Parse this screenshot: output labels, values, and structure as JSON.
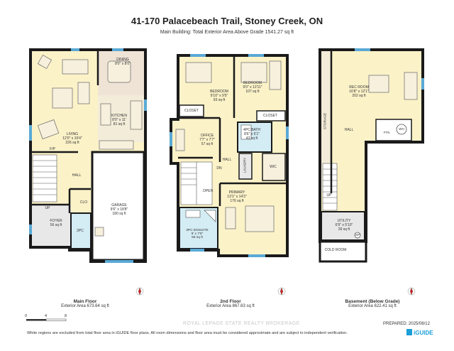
{
  "title": "41-170 Palacebeach Trail, Stoney Creek, ON",
  "subtitle": "Main Building: Total Exterior Area Above Grade 1541.27 sq ft",
  "floors": [
    {
      "name": "Main Floor",
      "area": "Exterior Area 673.64 sq ft"
    },
    {
      "name": "2nd Floor",
      "area": "Exterior Area 867.63 sq ft"
    },
    {
      "name": "Basement (Below Grade)",
      "area": "Exterior Area 622.41 sq ft"
    }
  ],
  "rooms": {
    "dining": {
      "name": "DINING",
      "dim": "8'0\" x 8'0\""
    },
    "kitchen": {
      "name": "KITCHEN",
      "dim": "8'0\" x 11'",
      "area": "81 sq ft"
    },
    "living": {
      "name": "LIVING",
      "dim": "12'0\" x 19'4\"",
      "area": "226 sq ft"
    },
    "fp": {
      "name": "F/P"
    },
    "hall_main": {
      "name": "HALL"
    },
    "up_main": {
      "name": "UP"
    },
    "clo": {
      "name": "CLO"
    },
    "foyer": {
      "name": "FOYER",
      "area": "56 sq ft"
    },
    "twopc": {
      "name": "2PC"
    },
    "garage": {
      "name": "GARAGE",
      "dim": "9'6\" x 18'8\"",
      "area": "180 sq ft"
    },
    "bed1": {
      "name": "BEDROOM",
      "dim": "9'10\" x 9'5\"",
      "area": "93 sq ft"
    },
    "bed2": {
      "name": "BEDROOM",
      "dim": "9'0\" x 12'11\"",
      "area": "107 sq ft"
    },
    "closet1": {
      "name": "CLOSET"
    },
    "closet2": {
      "name": "CLOSET"
    },
    "office": {
      "name": "OFFICE",
      "dim": "7'7\" x 7'7\"",
      "area": "57 sq ft"
    },
    "bath4": {
      "name": "4PC BATH",
      "dim": "8'6\" x 5'1\"",
      "area": "43 sq ft"
    },
    "hall_2": {
      "name": "HALL"
    },
    "dn": {
      "name": "DN"
    },
    "laundry": {
      "name": "LAUNDRY"
    },
    "wic": {
      "name": "WIC"
    },
    "open": {
      "name": "OPEN"
    },
    "primary": {
      "name": "PRIMARY",
      "dim": "13'1\" x 14'3\"",
      "area": "176 sq ft"
    },
    "ensuite": {
      "name": "3PC ENSUITE",
      "dim": "9' x 7'9\"",
      "area": "56 sq ft"
    },
    "rec": {
      "name": "REC ROOM",
      "dim": "16'8\" x 12'1\"",
      "area": "202 sq ft"
    },
    "storage": {
      "name": "STORAGE"
    },
    "hall_b": {
      "name": "HALL"
    },
    "up_b": {
      "name": "UP"
    },
    "utility": {
      "name": "UTILITY",
      "dim": "6'9\" x 5'10\"",
      "area": "39 sq ft"
    },
    "cold": {
      "name": "COLD ROOM"
    },
    "ftn": {
      "name": "FTN"
    },
    "wh": {
      "name": "WH"
    },
    "sp": {
      "name": "SP"
    }
  },
  "scale": {
    "ticks": [
      "0",
      "4",
      "8"
    ],
    "unit": "ft"
  },
  "footer": "White regions are excluded from total floor area in iGUIDE floor plans. All room dimensions and floor area must be considered approximate and are subject to independent verification.",
  "prepared": "PREPARED: 2025/08/12",
  "brand": "iGUIDE",
  "watermark": "ROYAL LEPAGE STATE REALTY BROKERAGE",
  "colors": {
    "room_fill": "#fbf2c8",
    "bath_fill": "#d4ecf4",
    "dining_fill": "#efe3d6",
    "wall": "#1a1a1a",
    "window": "#5aa9d6"
  }
}
